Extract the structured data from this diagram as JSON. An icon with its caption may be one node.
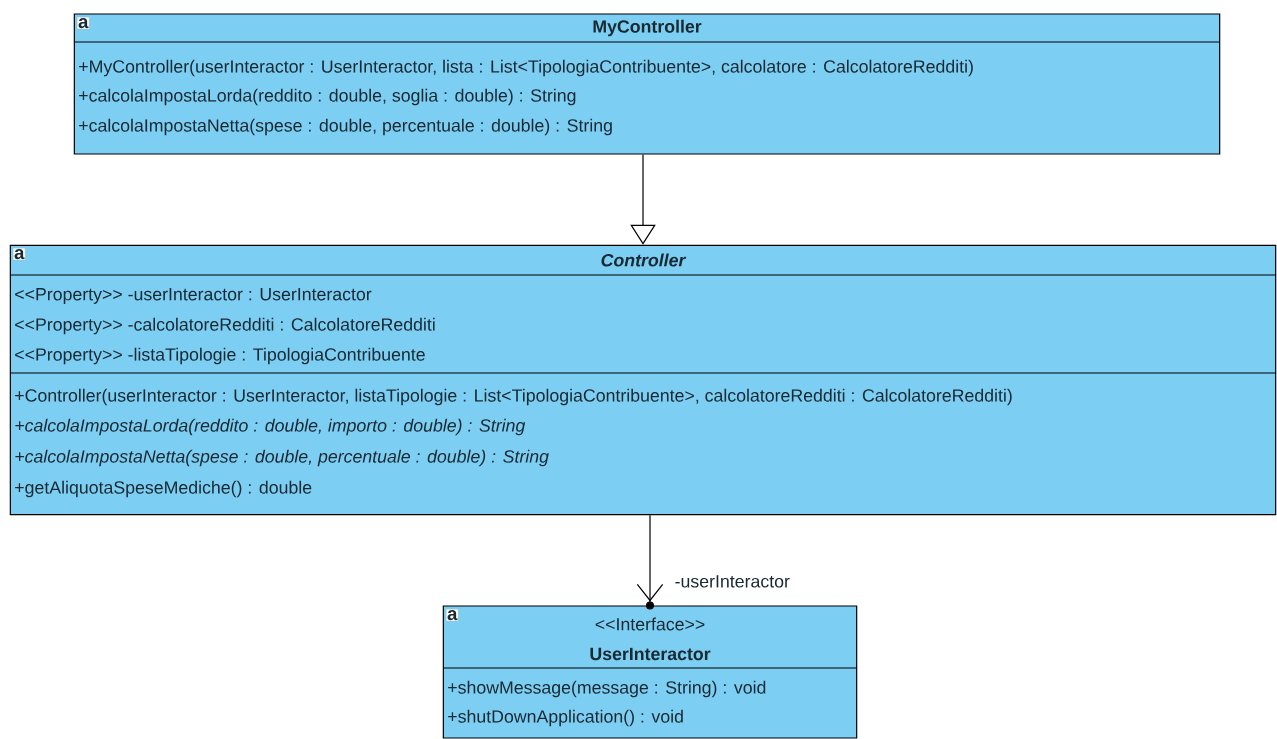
{
  "diagram": {
    "nodes": [
      {
        "text": [
          "a",
          "MyController",
          "+MyController(userInteractor : UserInteractor, lista : List<TipologiaContribuente>, calcolatore : CalcolatoreRedditi)",
          "+calcolaImpostaLorda(reddito : double, soglia : double) : String",
          "+calcolaImpostaNetta(spese : double, percentuale : double) : String"
        ]
      },
      {
        "text": [
          "a",
          "Controller",
          "<<Property>> -userInteractor : UserInteractor",
          "<<Property>> -calcolatoreRedditi : CalcolatoreRedditi",
          "<<Property>> -listaTipologie : TipologiaContribuente",
          "+Controller(userInteractor : UserInteractor, listaTipologie : List<TipologiaContribuente>, calcolatoreRedditi : CalcolatoreRedditi)",
          "+calcolaImpostaLorda(reddito : double, importo : double) : String",
          "+calcolaImpostaNetta(spese : double, percentuale : double) : String",
          "+getAliquotaSpeseMediche() : double"
        ]
      },
      {
        "text": [
          "a",
          "<<Interface>>",
          "UserInteractor",
          "+showMessage(message : String) : void",
          "+shutDownApplication() : void"
        ]
      }
    ],
    "edges": [
      {
        "from": 0,
        "to": 1,
        "arrow": "to"
      },
      {
        "from": 1,
        "to": 2,
        "arrow": "to",
        "label": "-userInteractor"
      }
    ]
  }
}
